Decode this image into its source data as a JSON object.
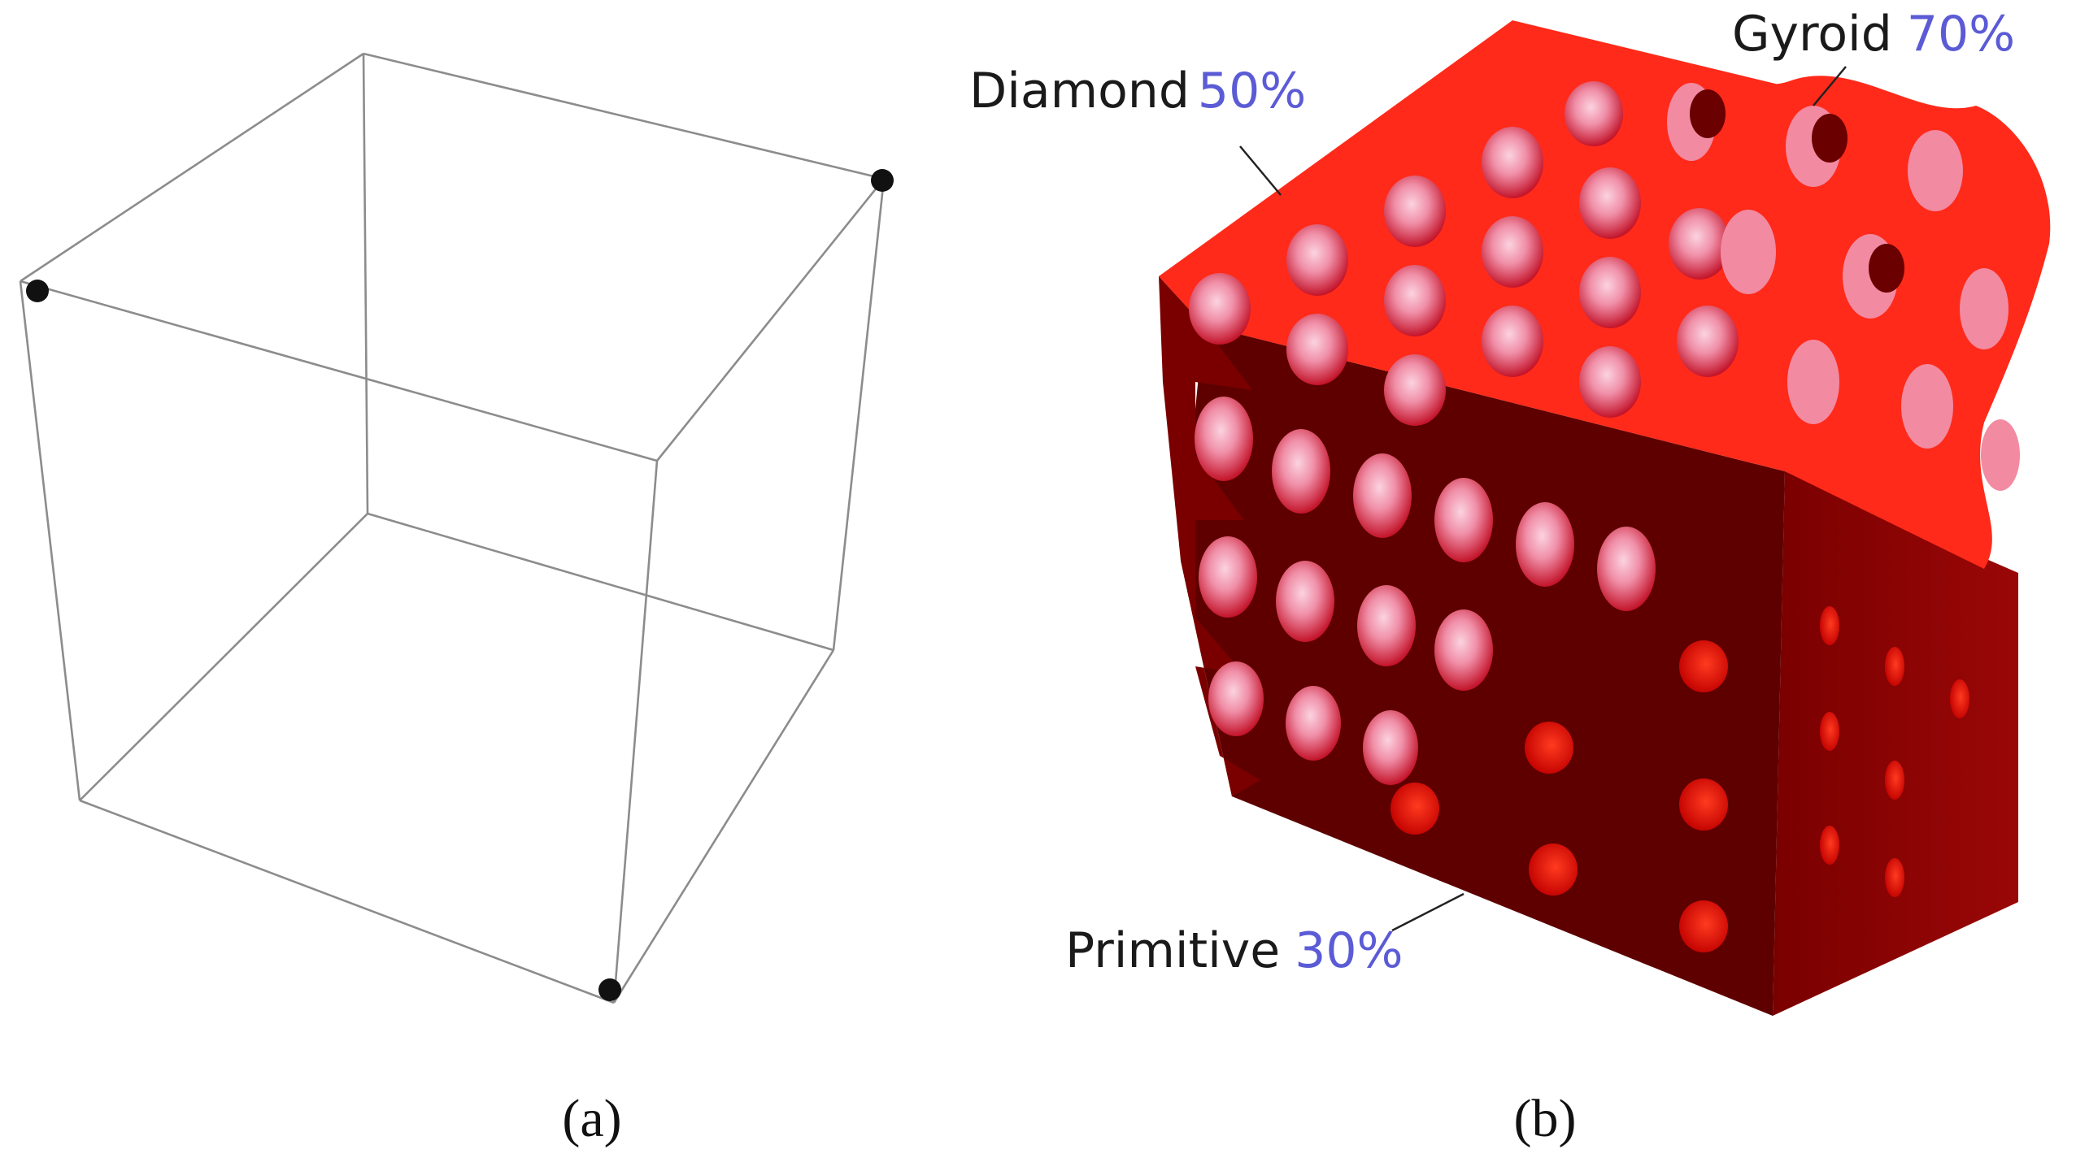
{
  "panels": [
    {
      "id": "a",
      "caption": "(a)"
    },
    {
      "id": "b",
      "caption": "(b)"
    }
  ],
  "panel_a": {
    "vertex_markers": 3
  },
  "panel_b": {
    "labels": [
      {
        "name": "Diamond",
        "percent": "50%"
      },
      {
        "name": "Gyroid",
        "percent": "70%"
      },
      {
        "name": "Primitive",
        "percent": "30%"
      }
    ]
  },
  "colors": {
    "percent_text": "#5b5bd6",
    "cube_edges": "#8c8c8c",
    "vertex_dot": "#111111",
    "lattice_face": "#ff2a1a",
    "lattice_side_dark": "#5e0000",
    "lattice_side": "#8b0000",
    "lattice_highlight": "#f2a3c0"
  }
}
